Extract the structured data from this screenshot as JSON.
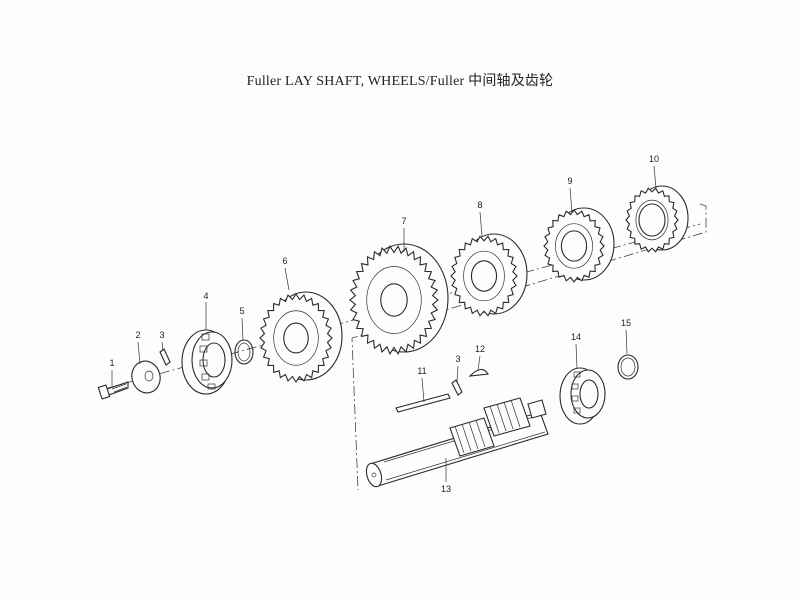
{
  "title": "Fuller LAY SHAFT, WHEELS/Fuller 中间轴及齿轮",
  "callouts": {
    "p1": "1",
    "p2": "2",
    "p3a": "3",
    "p4": "4",
    "p5": "5",
    "p6": "6",
    "p7": "7",
    "p8": "8",
    "p9": "9",
    "p10": "10",
    "p11": "11",
    "p3b": "3",
    "p12": "12",
    "p13": "13",
    "p14": "14",
    "p15": "15"
  }
}
